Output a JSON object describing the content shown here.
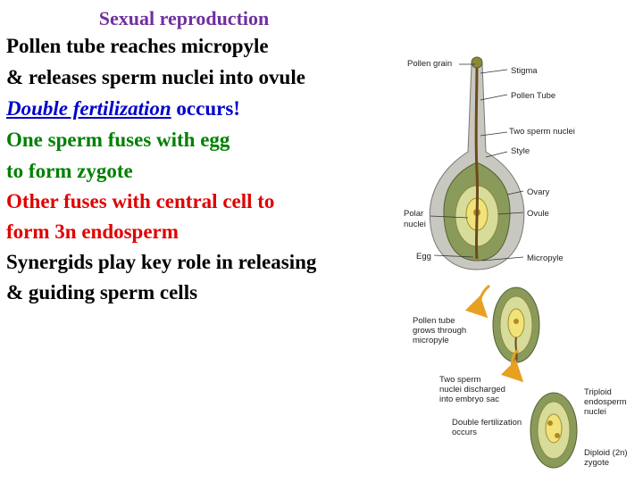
{
  "title": "Sexual reproduction",
  "lines": [
    {
      "text": "Pollen tube reaches micropyle",
      "color": "#000000"
    },
    {
      "text": "& releases sperm nuclei into ovule",
      "color": "#000000"
    },
    {
      "emph": "Double fertilization",
      "rest": " occurs!",
      "color": "#0000cc"
    },
    {
      "text": "One sperm fuses with egg",
      "color": "#008000"
    },
    {
      "text": "to form zygote",
      "color": "#008000"
    },
    {
      "text": "Other fuses with central cell to",
      "color": "#e00000"
    },
    {
      "text": "form 3n endosperm",
      "color": "#e00000"
    },
    {
      "text": "Synergids play key role in releasing",
      "color": "#000000"
    },
    {
      "text": "& guiding sperm cells",
      "color": "#000000"
    }
  ],
  "figure": {
    "labels": {
      "pollen_grain": "Pollen grain",
      "stigma": "Stigma",
      "pollen_tube": "Pollen Tube",
      "two_sperm_nuclei": "Two sperm nuclei",
      "style": "Style",
      "ovary": "Ovary",
      "ovule": "Ovule",
      "polar_nuclei_1": "Polar",
      "polar_nuclei_2": "nuclei",
      "egg": "Egg",
      "micropyle": "Micropyle",
      "tube_grows_1": "Pollen tube",
      "tube_grows_2": "grows through",
      "tube_grows_3": "micropyle",
      "discharged_1": "Two sperm",
      "discharged_2": "nuclei discharged",
      "discharged_3": "into embryo sac",
      "double_fert_1": "Double fertilization",
      "double_fert_2": "occurs",
      "triploid_1": "Triploid",
      "triploid_2": "endosperm",
      "triploid_3": "nuclei",
      "diploid_1": "Diploid (2n)",
      "diploid_2": "zygote"
    },
    "colors": {
      "pistil_outer": "#c8c8c0",
      "ovary_wall": "#8a9a5a",
      "ovule_fill": "#d8dc9a",
      "embryo_sac": "#f2e27a",
      "pollen_tube": "#6b4a1a",
      "arrow": "#e8a020"
    }
  }
}
